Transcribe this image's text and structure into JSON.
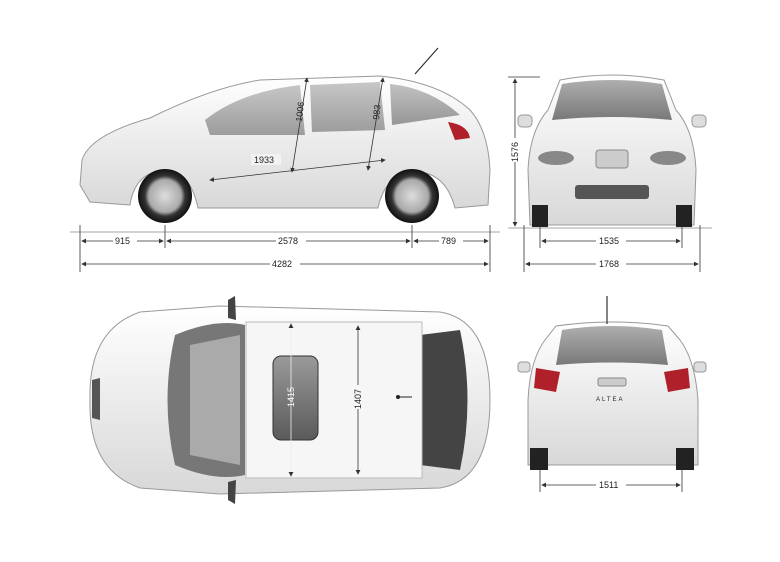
{
  "side_view": {
    "dimensions": {
      "front_headroom": "1006",
      "rear_headroom": "983",
      "interior_length": "1933",
      "front_overhang": "915",
      "wheelbase": "2578",
      "rear_overhang": "789",
      "overall_length": "4282"
    }
  },
  "front_view": {
    "dimensions": {
      "height": "1576",
      "front_track": "1535",
      "overall_width": "1768"
    }
  },
  "top_view": {
    "dimensions": {
      "front_interior_width": "1415",
      "rear_interior_width": "1407"
    }
  },
  "rear_view": {
    "badge": "ALTEA",
    "dimensions": {
      "rear_track": "1511"
    }
  },
  "colors": {
    "body": "#f2f2f2",
    "outline": "#9a9a9a",
    "glass": "#6e6e6e",
    "taillight": "#b0202a",
    "dimension_line": "#333333"
  }
}
